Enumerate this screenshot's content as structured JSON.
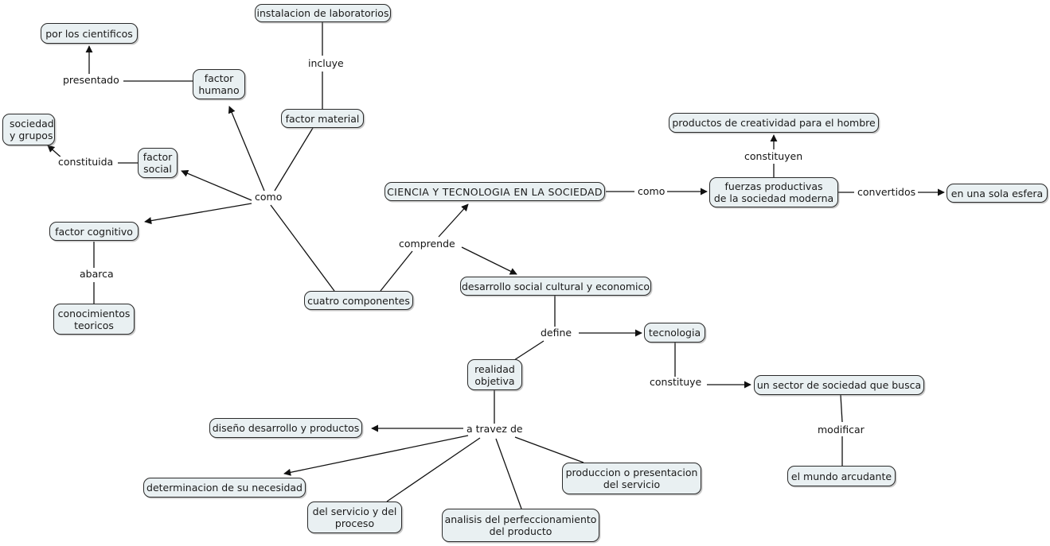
{
  "diagram": {
    "title": "CIENCIA Y TECNOLOGIA EN LA SOCIEDAD",
    "type": "concept-map",
    "language": "es",
    "colors": {
      "node_fill": "#e9f0f2",
      "node_border": "#2a2a2a",
      "edge": "#111111",
      "background": "#ffffff",
      "text": "#1a1a1a"
    },
    "nodes": [
      {
        "id": "instalacion",
        "label": "instalacion de laboratorios"
      },
      {
        "id": "por_cientificos",
        "label": "por los cientificos"
      },
      {
        "id": "factor_humano",
        "label": "factor\nhumano"
      },
      {
        "id": "factor_material",
        "label": "factor material"
      },
      {
        "id": "sociedad_grupos",
        "label": "sociedad\ny grupos"
      },
      {
        "id": "factor_social",
        "label": "factor\nsocial"
      },
      {
        "id": "factor_cognitivo",
        "label": "factor cognitivo"
      },
      {
        "id": "conocimientos",
        "label": "conocimientos\nteoricos"
      },
      {
        "id": "cuatro",
        "label": "cuatro componentes"
      },
      {
        "id": "ciencia",
        "label": "CIENCIA Y TECNOLOGIA EN LA SOCIEDAD"
      },
      {
        "id": "productos",
        "label": "productos de creatividad para el hombre"
      },
      {
        "id": "fuerzas",
        "label": "fuerzas productivas\nde la sociedad moderna"
      },
      {
        "id": "esfera",
        "label": "en una sola esfera"
      },
      {
        "id": "desarrollo",
        "label": "desarrollo social cultural y economico"
      },
      {
        "id": "tecnologia",
        "label": "tecnologia"
      },
      {
        "id": "sector",
        "label": "un sector de sociedad que busca"
      },
      {
        "id": "mundo",
        "label": "el mundo arcudante"
      },
      {
        "id": "realidad",
        "label": "realidad\nobjetiva"
      },
      {
        "id": "diseno",
        "label": "diseño desarrollo y productos"
      },
      {
        "id": "determinacion",
        "label": "determinacion de su necesidad"
      },
      {
        "id": "del_servicio",
        "label": "del servicio y del\nproceso"
      },
      {
        "id": "analisis",
        "label": "analisis del perfeccionamiento\ndel producto"
      },
      {
        "id": "produccion",
        "label": "produccion o presentacion\ndel servicio"
      }
    ],
    "link_labels": [
      {
        "id": "incluye",
        "text": "incluye"
      },
      {
        "id": "presentado",
        "text": "presentado"
      },
      {
        "id": "constituida",
        "text": "constituida"
      },
      {
        "id": "como_hub",
        "text": "como"
      },
      {
        "id": "abarca",
        "text": "abarca"
      },
      {
        "id": "comprende",
        "text": "comprende"
      },
      {
        "id": "como_right",
        "text": "como"
      },
      {
        "id": "constituyen",
        "text": "constituyen"
      },
      {
        "id": "convertidos",
        "text": "convertidos"
      },
      {
        "id": "define",
        "text": "define"
      },
      {
        "id": "constituye",
        "text": "constituye"
      },
      {
        "id": "modificar",
        "text": "modificar"
      },
      {
        "id": "a_travez_de",
        "text": "a travez de"
      }
    ],
    "relations": [
      {
        "from": "instalacion",
        "label": "incluye",
        "to": "factor_material"
      },
      {
        "from": "factor_humano",
        "label": "presentado",
        "to": "por_cientificos"
      },
      {
        "from": "factor_social",
        "label": "constituida",
        "to": "sociedad_grupos"
      },
      {
        "from": "cuatro",
        "label": "como",
        "to": "factor_humano"
      },
      {
        "from": "cuatro",
        "label": "como",
        "to": "factor_material"
      },
      {
        "from": "cuatro",
        "label": "como",
        "to": "factor_social"
      },
      {
        "from": "cuatro",
        "label": "como",
        "to": "factor_cognitivo"
      },
      {
        "from": "factor_cognitivo",
        "label": "abarca",
        "to": "conocimientos"
      },
      {
        "from": "cuatro",
        "label": "comprende",
        "to": "ciencia"
      },
      {
        "from": "cuatro",
        "label": "comprende",
        "to": "desarrollo"
      },
      {
        "from": "ciencia",
        "label": "como",
        "to": "fuerzas"
      },
      {
        "from": "fuerzas",
        "label": "constituyen",
        "to": "productos"
      },
      {
        "from": "fuerzas",
        "label": "convertidos",
        "to": "esfera"
      },
      {
        "from": "desarrollo",
        "label": "define",
        "to": "tecnologia"
      },
      {
        "from": "desarrollo",
        "label": "define",
        "to": "realidad"
      },
      {
        "from": "tecnologia",
        "label": "constituye",
        "to": "sector"
      },
      {
        "from": "sector",
        "label": "modificar",
        "to": "mundo"
      },
      {
        "from": "realidad",
        "label": "a travez de",
        "to": "diseno"
      },
      {
        "from": "realidad",
        "label": "a travez de",
        "to": "determinacion"
      },
      {
        "from": "realidad",
        "label": "a travez de",
        "to": "del_servicio"
      },
      {
        "from": "realidad",
        "label": "a travez de",
        "to": "analisis"
      },
      {
        "from": "realidad",
        "label": "a travez de",
        "to": "produccion"
      }
    ]
  }
}
